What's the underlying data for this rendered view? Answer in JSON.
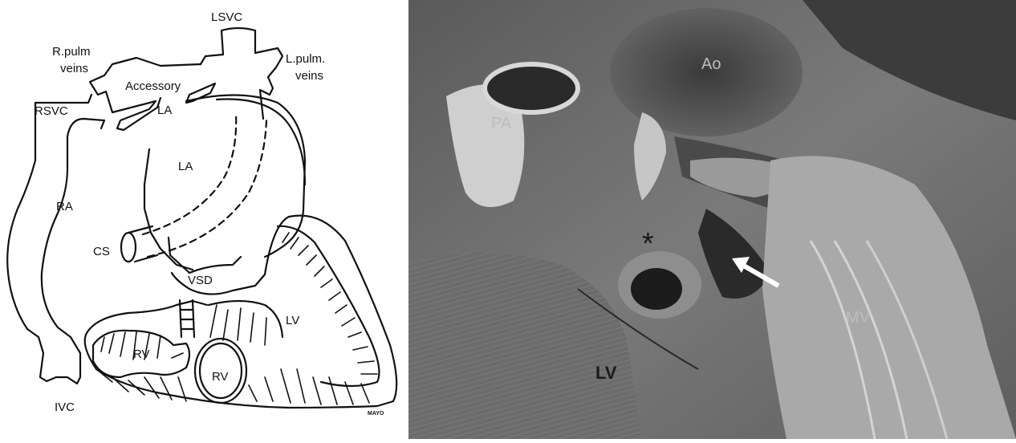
{
  "diagram": {
    "labels": {
      "lsvc": "LSVC",
      "r_pulm_veins_1": "R.pulm",
      "r_pulm_veins_2": "veins",
      "l_pulm_veins_1": "L.pulm.",
      "l_pulm_veins_2": "veins",
      "accessory": "Accessory",
      "rsvc": "RSVC",
      "la_top": "LA",
      "la_main": "LA",
      "ra": "RA",
      "cs": "CS",
      "vsd": "VSD",
      "lv": "LV",
      "rv_outer": "RV",
      "rv_inner": "RV",
      "ivc": "IVC",
      "mayo": "MAYO"
    }
  },
  "photo": {
    "labels": {
      "ao": "Ao",
      "pa": "PA",
      "asterisk": "*",
      "mv": "MV",
      "lv": "LV"
    }
  },
  "colors": {
    "line": "#111111",
    "photo_bg": "#6e6e6e",
    "photo_label": "#bdbdbd"
  }
}
